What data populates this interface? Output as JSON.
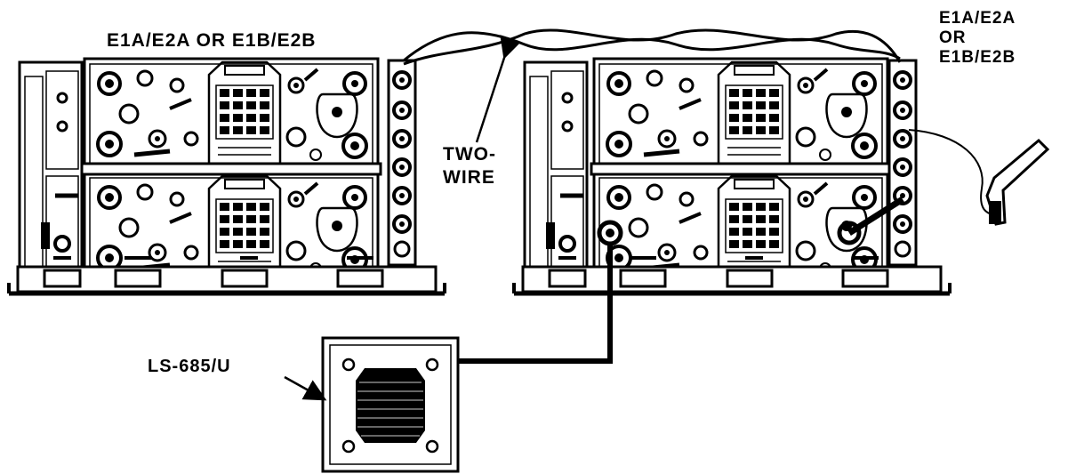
{
  "labels": {
    "left_set": "E1A/E2A OR E1B/E2B",
    "right_set_line1": "E1A/E2A",
    "right_set_line2": "OR",
    "right_set_line3": "E1B/E2B",
    "two_wire_line1": "TWO-",
    "two_wire_line2": "WIRE",
    "speaker": "LS-685/U"
  },
  "icons": [
    "radio-set-icon",
    "keypad-icon",
    "knob-icon",
    "connector-icon",
    "handset-icon",
    "loudspeaker-icon",
    "arrow-icon"
  ]
}
